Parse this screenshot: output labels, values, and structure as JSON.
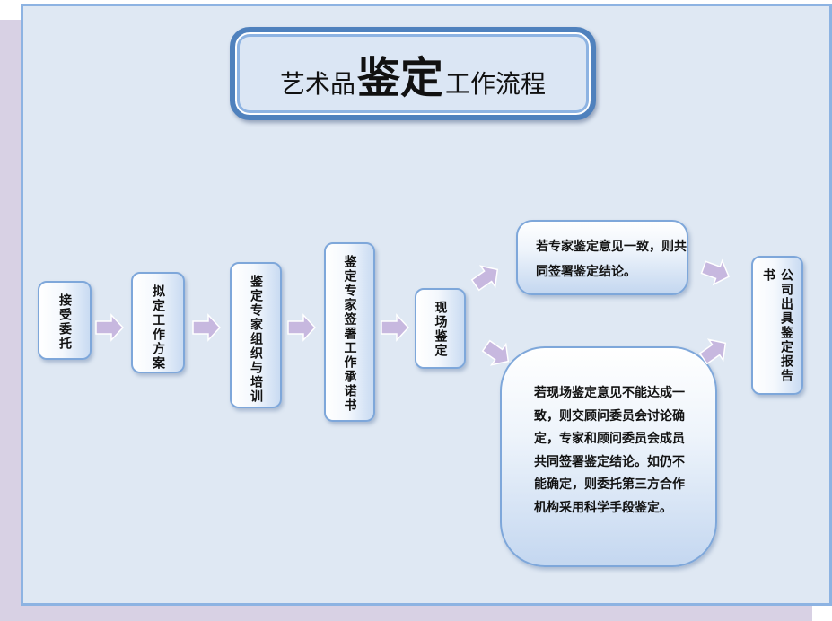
{
  "title": {
    "prefix": "艺术品",
    "emphasis": "鉴定",
    "suffix": "工作流程"
  },
  "steps": [
    "接受委托",
    "拟定工作方案",
    "鉴定专家组织与培训",
    "鉴定专家签署工作承诺书",
    "现场鉴定"
  ],
  "branches": {
    "consensus": "若专家鉴定意见一致，则共同签署鉴定结论。",
    "dispute": "若现场鉴定意见不能达成一致，则交顾问委员会讨论确定，专家和顾问委员会成员共同签署鉴定结论。如仍不能确定，则委托第三方合作机构采用科学手段鉴定。"
  },
  "final": "公司出具鉴定报告书",
  "colors": {
    "panel": "#dfe8f3",
    "panel_border": "#8db3e2",
    "title_border": "#4f81bd",
    "box_border": "#7ea7da",
    "arrow_fill": "#c7b8df"
  }
}
